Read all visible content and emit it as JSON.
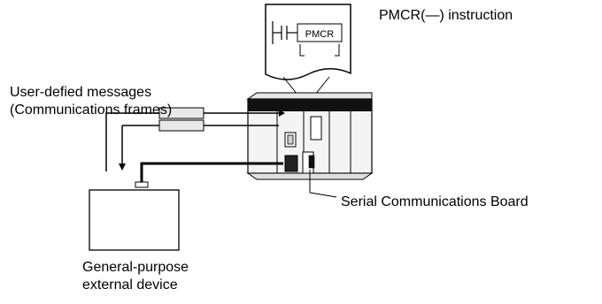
{
  "instruction_label": "PMCR(—) instruction",
  "ladder_box_text": "PMCR",
  "messages_label_line1": "User-defied messages",
  "messages_label_line2": "(Communications frames)",
  "board_label": "Serial Communications Board",
  "device_label_line1": "General-purpose",
  "device_label_line2": "external device"
}
